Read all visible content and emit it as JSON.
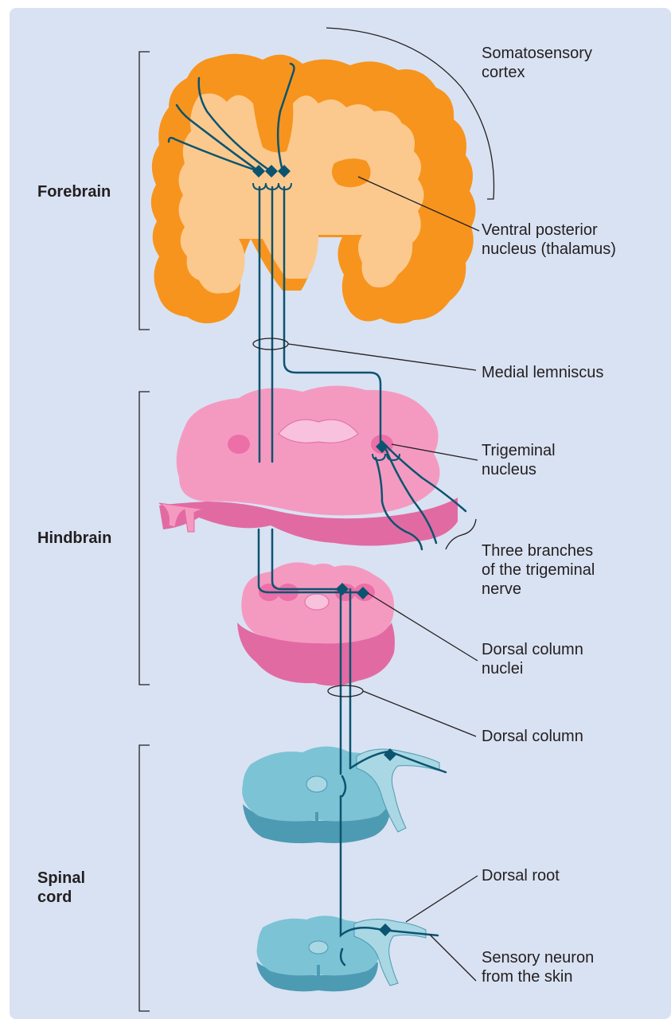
{
  "regions": {
    "forebrain": "Forebrain",
    "hindbrain": "Hindbrain",
    "spinal_cord": "Spinal\ncord"
  },
  "labels": {
    "somatosensory_cortex": "Somatosensory\ncortex",
    "ventral_posterior_nucleus": "Ventral posterior\nnucleus (thalamus)",
    "medial_lemniscus": "Medial lemniscus",
    "trigeminal_nucleus": "Trigeminal\nnucleus",
    "trigeminal_nerve_branches": "Three branches\nof the trigeminal\nnerve",
    "dorsal_column_nuclei": "Dorsal column\nnuclei",
    "dorsal_column": "Dorsal column",
    "dorsal_root": "Dorsal root",
    "sensory_neuron": "Sensory neuron\nfrom the skin"
  },
  "colors": {
    "background": "#d9e2f2",
    "brain_outer": "#f7941d",
    "brain_inner": "#fbc98e",
    "hindbrain_pink": "#f49ac1",
    "spinal_blue": "#7cc3d6",
    "neuron": "#0b5470",
    "leader": "#231f20"
  }
}
